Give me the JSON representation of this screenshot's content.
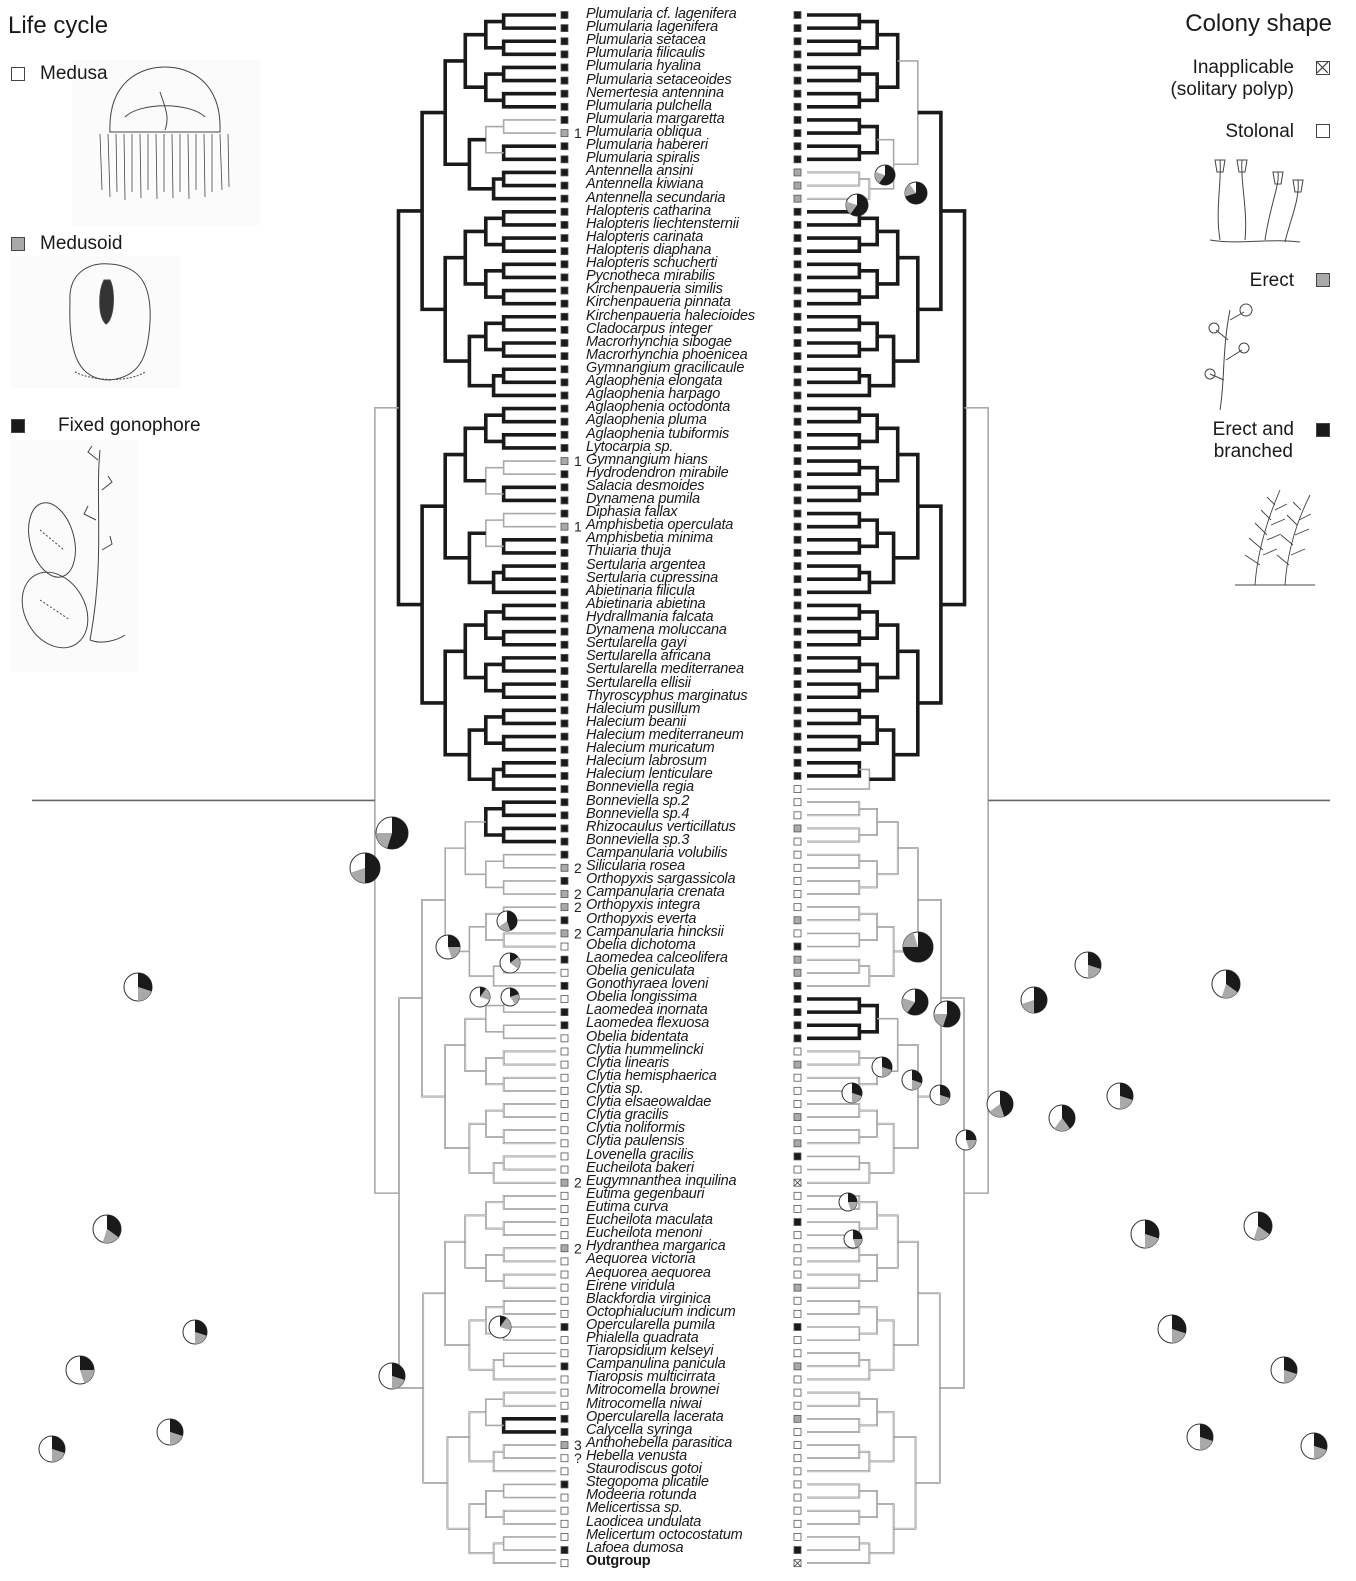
{
  "left_panel": {
    "title": "Life cycle",
    "legend": [
      {
        "label": "Medusa",
        "fill": "#ffffff",
        "icon": "medusa-illustration"
      },
      {
        "label": "Medusoid",
        "fill": "#a9a9a9",
        "icon": "medusoid-illustration"
      },
      {
        "label": "Fixed gonophore",
        "fill": "#1a1a1a",
        "icon": "fixed-gonophore-illustration"
      }
    ]
  },
  "right_panel": {
    "title": "Colony shape",
    "legend": [
      {
        "label": "Inapplicable\n(solitary polyp)",
        "fill": "crossed",
        "icon": ""
      },
      {
        "label": "Stolonal",
        "fill": "#ffffff",
        "icon": "stolonal-illustration"
      },
      {
        "label": "Erect",
        "fill": "#a9a9a9",
        "icon": "erect-illustration"
      },
      {
        "label": "Erect and\nbranched",
        "fill": "#1a1a1a",
        "icon": "erect-branched-illustration"
      }
    ]
  },
  "taxa": [
    {
      "name": "Plumularia cf. lagenifera",
      "lc": "B",
      "cs": "B",
      "note": ""
    },
    {
      "name": "Plumularia lagenifera",
      "lc": "B",
      "cs": "B",
      "note": ""
    },
    {
      "name": "Plumularia setacea",
      "lc": "B",
      "cs": "B",
      "note": ""
    },
    {
      "name": "Plumularia filicaulis",
      "lc": "B",
      "cs": "B",
      "note": ""
    },
    {
      "name": "Plumularia hyalina",
      "lc": "B",
      "cs": "B",
      "note": ""
    },
    {
      "name": "Plumularia setaceoides",
      "lc": "B",
      "cs": "B",
      "note": ""
    },
    {
      "name": "Nemertesia antennina",
      "lc": "B",
      "cs": "B",
      "note": ""
    },
    {
      "name": "Plumularia pulchella",
      "lc": "B",
      "cs": "B",
      "note": ""
    },
    {
      "name": "Plumularia margaretta",
      "lc": "B",
      "cs": "B",
      "note": ""
    },
    {
      "name": "Plumularia obliqua",
      "lc": "G",
      "cs": "B",
      "note": "1"
    },
    {
      "name": "Plumularia habereri",
      "lc": "B",
      "cs": "B",
      "note": ""
    },
    {
      "name": "Plumularia spiralis",
      "lc": "B",
      "cs": "B",
      "note": ""
    },
    {
      "name": "Antennella ansini",
      "lc": "B",
      "cs": "G",
      "note": ""
    },
    {
      "name": "Antennella kiwiana",
      "lc": "B",
      "cs": "G",
      "note": ""
    },
    {
      "name": "Antennella secundaria",
      "lc": "B",
      "cs": "G",
      "note": ""
    },
    {
      "name": "Halopteris catharina",
      "lc": "B",
      "cs": "B",
      "note": ""
    },
    {
      "name": "Halopteris liechtensternii",
      "lc": "B",
      "cs": "B",
      "note": ""
    },
    {
      "name": "Halopteris carinata",
      "lc": "B",
      "cs": "B",
      "note": ""
    },
    {
      "name": "Halopteris diaphana",
      "lc": "B",
      "cs": "B",
      "note": ""
    },
    {
      "name": "Halopteris schucherti",
      "lc": "B",
      "cs": "B",
      "note": ""
    },
    {
      "name": "Pycnotheca mirabilis",
      "lc": "B",
      "cs": "B",
      "note": ""
    },
    {
      "name": "Kirchenpaueria similis",
      "lc": "B",
      "cs": "B",
      "note": ""
    },
    {
      "name": "Kirchenpaueria pinnata",
      "lc": "B",
      "cs": "B",
      "note": ""
    },
    {
      "name": "Kirchenpaueria halecioides",
      "lc": "B",
      "cs": "B",
      "note": ""
    },
    {
      "name": "Cladocarpus integer",
      "lc": "B",
      "cs": "B",
      "note": ""
    },
    {
      "name": "Macrorhynchia sibogae",
      "lc": "B",
      "cs": "B",
      "note": ""
    },
    {
      "name": "Macrorhynchia phoenicea",
      "lc": "B",
      "cs": "B",
      "note": ""
    },
    {
      "name": "Gymnangium gracilicaule",
      "lc": "B",
      "cs": "B",
      "note": ""
    },
    {
      "name": "Aglaophenia elongata",
      "lc": "B",
      "cs": "B",
      "note": ""
    },
    {
      "name": "Aglaophenia harpago",
      "lc": "B",
      "cs": "B",
      "note": ""
    },
    {
      "name": "Aglaophenia octodonta",
      "lc": "B",
      "cs": "B",
      "note": ""
    },
    {
      "name": "Aglaophenia pluma",
      "lc": "B",
      "cs": "B",
      "note": ""
    },
    {
      "name": "Aglaophenia tubiformis",
      "lc": "B",
      "cs": "B",
      "note": ""
    },
    {
      "name": "Lytocarpia sp.",
      "lc": "B",
      "cs": "B",
      "note": ""
    },
    {
      "name": "Gymnangium hians",
      "lc": "G",
      "cs": "B",
      "note": "1"
    },
    {
      "name": "Hydrodendron mirabile",
      "lc": "B",
      "cs": "B",
      "note": ""
    },
    {
      "name": "Salacia desmoides",
      "lc": "B",
      "cs": "B",
      "note": ""
    },
    {
      "name": "Dynamena pumila",
      "lc": "B",
      "cs": "B",
      "note": ""
    },
    {
      "name": "Diphasia fallax",
      "lc": "B",
      "cs": "B",
      "note": ""
    },
    {
      "name": "Amphisbetia operculata",
      "lc": "G",
      "cs": "B",
      "note": "1"
    },
    {
      "name": "Amphisbetia minima",
      "lc": "B",
      "cs": "B",
      "note": ""
    },
    {
      "name": "Thuiaria thuja",
      "lc": "B",
      "cs": "B",
      "note": ""
    },
    {
      "name": "Sertularia argentea",
      "lc": "B",
      "cs": "B",
      "note": ""
    },
    {
      "name": "Sertularia cupressina",
      "lc": "B",
      "cs": "B",
      "note": ""
    },
    {
      "name": "Abietinaria filicula",
      "lc": "B",
      "cs": "B",
      "note": ""
    },
    {
      "name": "Abietinaria abietina",
      "lc": "B",
      "cs": "B",
      "note": ""
    },
    {
      "name": "Hydrallmania falcata",
      "lc": "B",
      "cs": "B",
      "note": ""
    },
    {
      "name": "Dynamena moluccana",
      "lc": "B",
      "cs": "B",
      "note": ""
    },
    {
      "name": "Sertularella gayi",
      "lc": "B",
      "cs": "B",
      "note": ""
    },
    {
      "name": "Sertularella africana",
      "lc": "B",
      "cs": "B",
      "note": ""
    },
    {
      "name": "Sertularella mediterranea",
      "lc": "B",
      "cs": "B",
      "note": ""
    },
    {
      "name": "Sertularella ellisii",
      "lc": "B",
      "cs": "B",
      "note": ""
    },
    {
      "name": "Thyroscyphus marginatus",
      "lc": "B",
      "cs": "B",
      "note": ""
    },
    {
      "name": "Halecium pusillum",
      "lc": "B",
      "cs": "B",
      "note": ""
    },
    {
      "name": "Halecium beanii",
      "lc": "B",
      "cs": "B",
      "note": ""
    },
    {
      "name": "Halecium mediterraneum",
      "lc": "B",
      "cs": "B",
      "note": ""
    },
    {
      "name": "Halecium muricatum",
      "lc": "B",
      "cs": "B",
      "note": ""
    },
    {
      "name": "Halecium labrosum",
      "lc": "B",
      "cs": "B",
      "note": ""
    },
    {
      "name": "Halecium lenticulare",
      "lc": "B",
      "cs": "B",
      "note": ""
    },
    {
      "name": "Bonneviella regia",
      "lc": "B",
      "cs": "W",
      "note": ""
    },
    {
      "name": "Bonneviella sp.2",
      "lc": "B",
      "cs": "W",
      "note": ""
    },
    {
      "name": "Bonneviella sp.4",
      "lc": "B",
      "cs": "W",
      "note": ""
    },
    {
      "name": "Rhizocaulus verticillatus",
      "lc": "B",
      "cs": "G",
      "note": ""
    },
    {
      "name": "Bonneviella sp.3",
      "lc": "B",
      "cs": "W",
      "note": ""
    },
    {
      "name": "Campanularia volubilis",
      "lc": "B",
      "cs": "W",
      "note": ""
    },
    {
      "name": "Silicularia rosea",
      "lc": "G",
      "cs": "W",
      "note": "2"
    },
    {
      "name": "Orthopyxis sargassicola",
      "lc": "B",
      "cs": "W",
      "note": ""
    },
    {
      "name": "Campanularia crenata",
      "lc": "G",
      "cs": "W",
      "note": "2"
    },
    {
      "name": "Orthopyxis integra",
      "lc": "G",
      "cs": "W",
      "note": "2"
    },
    {
      "name": "Orthopyxis everta",
      "lc": "B",
      "cs": "G",
      "note": ""
    },
    {
      "name": "Campanularia hincksii",
      "lc": "G",
      "cs": "W",
      "note": "2"
    },
    {
      "name": "Obelia dichotoma",
      "lc": "W",
      "cs": "B",
      "note": ""
    },
    {
      "name": "Laomedea calceolifera",
      "lc": "B",
      "cs": "G",
      "note": ""
    },
    {
      "name": "Obelia geniculata",
      "lc": "W",
      "cs": "G",
      "note": ""
    },
    {
      "name": "Gonothyraea loveni",
      "lc": "B",
      "cs": "B",
      "note": ""
    },
    {
      "name": "Obelia longissima",
      "lc": "W",
      "cs": "B",
      "note": ""
    },
    {
      "name": "Laomedea inornata",
      "lc": "B",
      "cs": "B",
      "note": ""
    },
    {
      "name": "Laomedea flexuosa",
      "lc": "B",
      "cs": "B",
      "note": ""
    },
    {
      "name": "Obelia bidentata",
      "lc": "W",
      "cs": "B",
      "note": ""
    },
    {
      "name": "Clytia hummelincki",
      "lc": "W",
      "cs": "W",
      "note": ""
    },
    {
      "name": "Clytia linearis",
      "lc": "W",
      "cs": "G",
      "note": ""
    },
    {
      "name": "Clytia hemisphaerica",
      "lc": "W",
      "cs": "W",
      "note": ""
    },
    {
      "name": "Clytia sp.",
      "lc": "W",
      "cs": "W",
      "note": ""
    },
    {
      "name": "Clytia elsaeowaldae",
      "lc": "W",
      "cs": "W",
      "note": ""
    },
    {
      "name": "Clytia gracilis",
      "lc": "W",
      "cs": "G",
      "note": ""
    },
    {
      "name": "Clytia noliformis",
      "lc": "W",
      "cs": "W",
      "note": ""
    },
    {
      "name": "Clytia paulensis",
      "lc": "W",
      "cs": "G",
      "note": ""
    },
    {
      "name": "Lovenella gracilis",
      "lc": "W",
      "cs": "B",
      "note": ""
    },
    {
      "name": "Eucheilota bakeri",
      "lc": "W",
      "cs": "W",
      "note": ""
    },
    {
      "name": "Eugymnanthea inquilina",
      "lc": "G",
      "cs": "X",
      "note": "2"
    },
    {
      "name": "Eutima gegenbauri",
      "lc": "W",
      "cs": "W",
      "note": ""
    },
    {
      "name": "Eutima curva",
      "lc": "W",
      "cs": "W",
      "note": ""
    },
    {
      "name": "Eucheilota maculata",
      "lc": "W",
      "cs": "B",
      "note": ""
    },
    {
      "name": "Eucheilota menoni",
      "lc": "W",
      "cs": "W",
      "note": ""
    },
    {
      "name": "Hydranthea margarica",
      "lc": "G",
      "cs": "W",
      "note": "2"
    },
    {
      "name": "Aequorea victoria",
      "lc": "W",
      "cs": "W",
      "note": ""
    },
    {
      "name": "Aequorea aequorea",
      "lc": "W",
      "cs": "W",
      "note": ""
    },
    {
      "name": "Eirene viridula",
      "lc": "W",
      "cs": "G",
      "note": ""
    },
    {
      "name": "Blackfordia virginica",
      "lc": "W",
      "cs": "W",
      "note": ""
    },
    {
      "name": "Octophialucium indicum",
      "lc": "W",
      "cs": "W",
      "note": ""
    },
    {
      "name": "Opercularella pumila",
      "lc": "B",
      "cs": "B",
      "note": ""
    },
    {
      "name": "Phialella quadrata",
      "lc": "W",
      "cs": "W",
      "note": ""
    },
    {
      "name": "Tiaropsidium kelseyi",
      "lc": "W",
      "cs": "W",
      "note": ""
    },
    {
      "name": "Campanulina panicula",
      "lc": "B",
      "cs": "G",
      "note": ""
    },
    {
      "name": "Tiaropsis multicirrata",
      "lc": "W",
      "cs": "W",
      "note": ""
    },
    {
      "name": "Mitrocomella brownei",
      "lc": "W",
      "cs": "W",
      "note": ""
    },
    {
      "name": "Mitrocomella niwai",
      "lc": "W",
      "cs": "W",
      "note": ""
    },
    {
      "name": "Opercularella lacerata",
      "lc": "B",
      "cs": "G",
      "note": ""
    },
    {
      "name": "Calycella syringa",
      "lc": "B",
      "cs": "W",
      "note": ""
    },
    {
      "name": "Anthohebella parasitica",
      "lc": "G",
      "cs": "W",
      "note": "3"
    },
    {
      "name": "Hebella venusta",
      "lc": "?",
      "cs": "W",
      "note": "?"
    },
    {
      "name": "Staurodiscus gotoi",
      "lc": "W",
      "cs": "W",
      "note": ""
    },
    {
      "name": "Stegopoma plicatile",
      "lc": "B",
      "cs": "W",
      "note": ""
    },
    {
      "name": "Modeeria rotunda",
      "lc": "W",
      "cs": "W",
      "note": ""
    },
    {
      "name": "Melicertissa sp.",
      "lc": "W",
      "cs": "W",
      "note": ""
    },
    {
      "name": "Laodicea undulata",
      "lc": "W",
      "cs": "W",
      "note": ""
    },
    {
      "name": "Melicertum octocostatum",
      "lc": "W",
      "cs": "W",
      "note": ""
    },
    {
      "name": "Lafoea dumosa",
      "lc": "B",
      "cs": "B",
      "note": ""
    },
    {
      "name": "Outgroup",
      "lc": "W",
      "cs": "X",
      "note": ""
    }
  ],
  "colors": {
    "black": "#1a1a1a",
    "gray": "#a9a9a9",
    "white": "#ffffff",
    "line": "#666666"
  }
}
